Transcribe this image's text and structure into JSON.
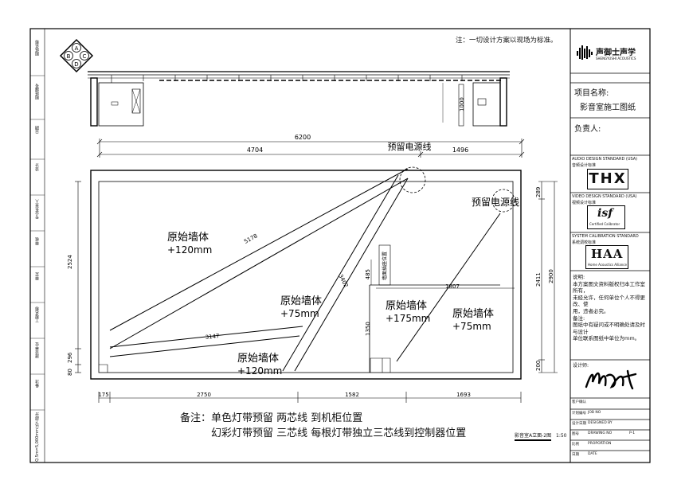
{
  "header": {
    "note": "注：一切设计方案以现场为标准。",
    "compass": [
      "A",
      "B",
      "C",
      "D"
    ]
  },
  "brand": {
    "name": "声御士声学",
    "sub": "SHENGYUSHI ACOUSTICS"
  },
  "title_block": {
    "project_label": "项目名称:",
    "project_name": "影音室施工图纸",
    "owner_label": "负责人:",
    "audio_std": "AUDIO DESIGN STANDARD (USA)",
    "audio_std_cn": "音频设计标准",
    "audio_logo": "THX",
    "video_std": "VIDEO DESIGN STANDARD (USA)",
    "video_std_cn": "视频设计标准",
    "video_logo": "isf",
    "video_logo_sub": "Certified Calibrator",
    "calib_std": "SYSTEM CALIBRATION STANDARD",
    "calib_std_cn": "系统调校标准",
    "calib_logo": "HAA",
    "calib_logo_sub": "Home Acoustics Alliance",
    "notes": [
      "说明:",
      "本方案图文资料版权归本工作室",
      "所有，",
      "未经允许，任何单位个人不得更",
      "改、使",
      "用，违者必究。",
      "备注:",
      "图纸中有疑问或不明确处请及时",
      "与设计",
      "单位联系图纸中单位为mm。"
    ],
    "designer_label": "设计师:",
    "rows": [
      {
        "label": "客户确认",
        "value": ""
      },
      {
        "label": "计划编号",
        "value": "JOB NO"
      },
      {
        "label": "设计日期",
        "value": "DESIGNED BY"
      },
      {
        "label": "图号",
        "value": "DRAWING NO"
      },
      {
        "label": "比例",
        "value": "PROPORTION"
      },
      {
        "label": "日期",
        "value": "DATE"
      }
    ],
    "page": "P-1"
  },
  "left_strip": [
    "图纸名称",
    "图纸编号",
    "日期",
    "设计",
    "专业负责人",
    "审核",
    "审定",
    "工程名称",
    "建设单位",
    "备注",
    "Q.5m=5,000mm以下部分"
  ],
  "elevation": {
    "dim_1000": "1000"
  },
  "plan": {
    "power_reserve_1": "预留电源线",
    "power_reserve_2": "预留电源线",
    "wall_1": "原始墙体",
    "wall_1_thk": "+120mm",
    "wall_2": "原始墙体",
    "wall_2_thk": "+75mm",
    "wall_3": "原始墙体",
    "wall_3_thk": "+120mm",
    "wall_4": "原始墙体",
    "wall_4_thk": "+175mm",
    "wall_5": "原始墙体",
    "wall_5_thk": "+75mm",
    "socket_note": "墙面插座位置",
    "dims": {
      "top_total": "6200",
      "top_left": "4704",
      "top_right": "1496",
      "bottom_1": "175",
      "bottom_2": "2750",
      "bottom_3": "1582",
      "bottom_4": "1693",
      "left_1": "2524",
      "left_2": "296",
      "left_3": "80",
      "right_1": "289",
      "right_2": "2411",
      "right_3": "200",
      "right_total": "2900",
      "diag_1": "5178",
      "diag_2": "3402",
      "diag_3": "3147",
      "mid_485": "485",
      "mid_1807": "1807",
      "mid_1350": "1350"
    }
  },
  "remarks": {
    "label": "备注：",
    "line1": "单色灯带预留  两芯线  到机柜位置",
    "line2": "幻彩灯带预留  三芯线  每根灯带独立三芯线到控制器位置"
  },
  "drawing_title": "影音室A立面-2图",
  "scale": "1:50"
}
